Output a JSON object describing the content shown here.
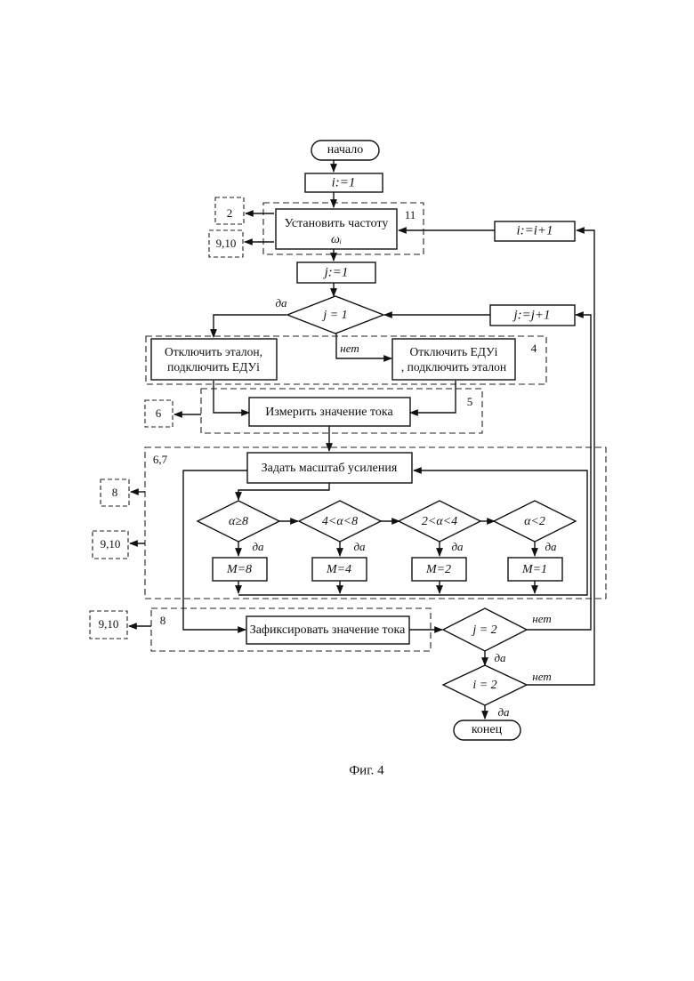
{
  "nodes": {
    "start": "начало",
    "init_i": "i:=1",
    "set_freq_line1": "Установить частоту",
    "set_freq_line2": "ωᵢ",
    "init_j": "j:=1",
    "cond_j1": "j = 1",
    "inc_i": "i:=i+1",
    "inc_j": "j:=j+1",
    "disconnect_ref_line1": "Отключить эталон,",
    "disconnect_ref_line2": "подключить ЕДУi",
    "disconnect_edu_line1": "Отключить ЕДУi",
    "disconnect_edu_line2": ", подключить эталон",
    "measure": "Измерить значение тока",
    "set_scale": "Задать масштаб усиления",
    "cond_a8": "α≥8",
    "cond_a48": "4<α<8",
    "cond_a24": "2<α<4",
    "cond_a2": "α<2",
    "m8": "M=8",
    "m4": "M=4",
    "m2": "M=2",
    "m1": "M=1",
    "fix": "Зафиксировать значение тока",
    "cond_j2": "j = 2",
    "cond_i2": "i = 2",
    "end": "конец"
  },
  "labels": {
    "yes": "да",
    "no": "нет"
  },
  "block_numbers": {
    "b11": "11",
    "b4": "4",
    "b5": "5",
    "b67": "6,7",
    "b8": "8"
  },
  "refs": {
    "r2": "2",
    "r910a": "9,10",
    "r6": "6",
    "r8": "8",
    "r910b": "9,10",
    "r910c": "9,10"
  },
  "caption": "Фиг. 4"
}
